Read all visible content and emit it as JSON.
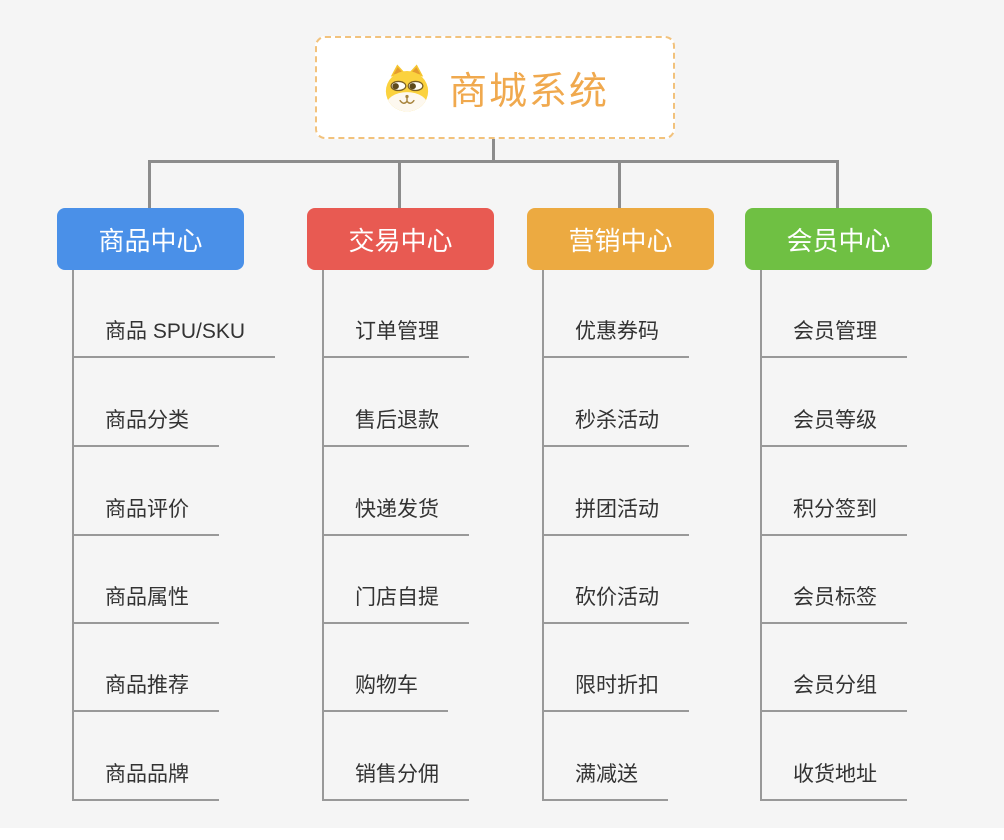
{
  "root": {
    "title": "商城系统"
  },
  "branches": [
    {
      "label": "商品中心",
      "color": "#4a90e8",
      "items": [
        "商品 SPU/SKU",
        "商品分类",
        "商品评价",
        "商品属性",
        "商品推荐",
        "商品品牌"
      ]
    },
    {
      "label": "交易中心",
      "color": "#e85a52",
      "items": [
        "订单管理",
        "售后退款",
        "快递发货",
        "门店自提",
        "购物车",
        "销售分佣"
      ]
    },
    {
      "label": "营销中心",
      "color": "#ecaa41",
      "items": [
        "优惠券码",
        "秒杀活动",
        "拼团活动",
        "砍价活动",
        "限时折扣",
        "满减送"
      ]
    },
    {
      "label": "会员中心",
      "color": "#6fc043",
      "items": [
        "会员管理",
        "会员等级",
        "积分签到",
        "会员标签",
        "会员分组",
        "收货地址"
      ]
    }
  ],
  "palette": {
    "page_background": "#f5f5f5",
    "connector_line": "#8c8c8c",
    "leaf_underline": "#999999",
    "leaf_text": "#333333",
    "root_text": "#f0a94e",
    "root_border": "#f2c27c",
    "branch_text": "#ffffff"
  },
  "icons": {
    "root_icon": "doge-icon"
  }
}
